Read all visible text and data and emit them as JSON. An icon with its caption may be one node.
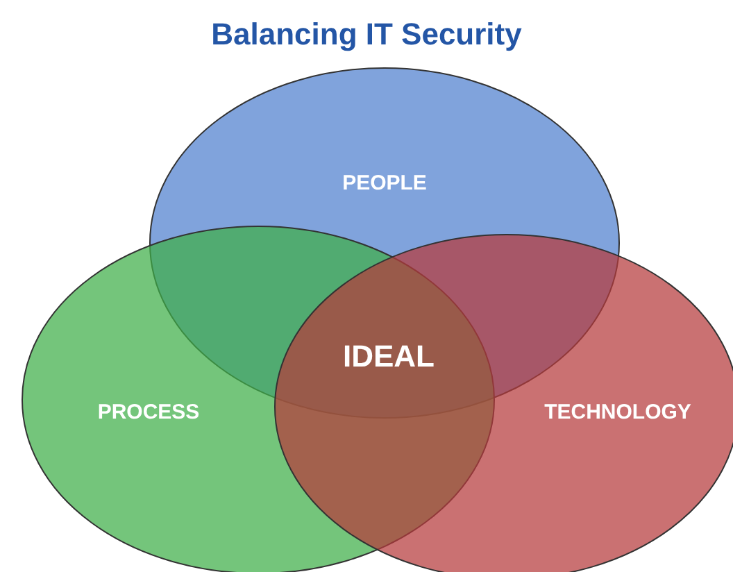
{
  "diagram": {
    "title": "Balancing IT Security",
    "nodes": [
      {
        "text": [
          "PEOPLE"
        ]
      },
      {
        "text": [
          "PROCESS"
        ]
      },
      {
        "text": [
          "TECHNOLOGY"
        ]
      },
      {
        "text": [
          "IDEAL"
        ]
      }
    ]
  }
}
